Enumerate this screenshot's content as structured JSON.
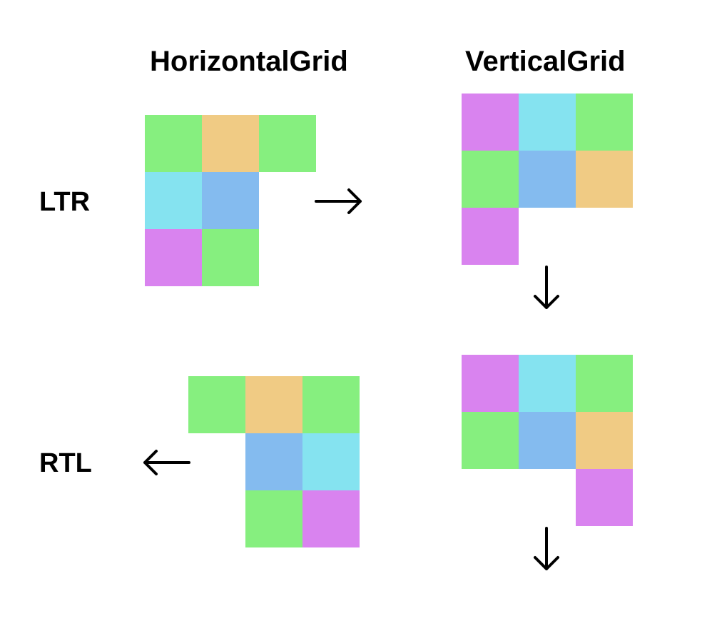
{
  "colors": {
    "green": "#86ef7f",
    "orange": "#f0cb84",
    "cyan": "#85e3f0",
    "blue": "#84bbef",
    "purple": "#d983ef",
    "ink": "#000000"
  },
  "headings": {
    "horizontal": "HorizontalGrid",
    "vertical": "VerticalGrid"
  },
  "rows": {
    "ltr": "LTR",
    "rtl": "RTL"
  },
  "grids": {
    "horizontal_ltr": {
      "columns": 3,
      "cells": [
        "green",
        "orange",
        "green",
        "cyan",
        "blue",
        null,
        "purple",
        "green",
        null
      ]
    },
    "vertical_ltr": {
      "columns": 3,
      "cells": [
        "purple",
        "cyan",
        "green",
        "green",
        "blue",
        "orange",
        "purple",
        null,
        null
      ]
    },
    "horizontal_rtl": {
      "columns": 3,
      "cells": [
        "green",
        "orange",
        "green",
        null,
        "blue",
        "cyan",
        null,
        "green",
        "purple"
      ]
    },
    "vertical_rtl": {
      "columns": 3,
      "cells": [
        "purple",
        "cyan",
        "green",
        "green",
        "blue",
        "orange",
        null,
        null,
        "purple"
      ]
    }
  },
  "arrows": [
    "right-arrow",
    "down-arrow",
    "left-arrow",
    "down-arrow"
  ]
}
